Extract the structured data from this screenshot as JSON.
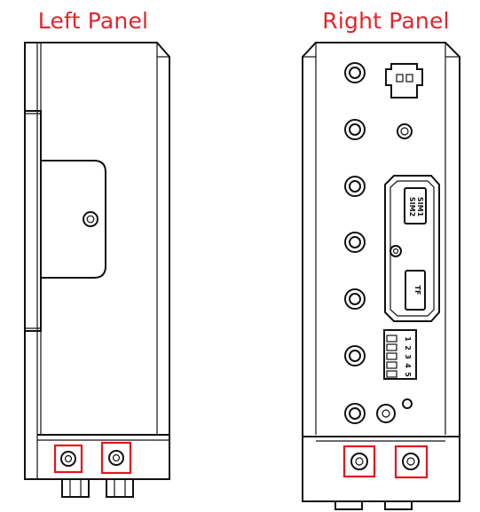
{
  "left_panel": {
    "title": "Left Panel"
  },
  "right_panel": {
    "title": "Right Panel",
    "sim_labels": [
      "SIM2",
      "SIM1"
    ],
    "tf_label": "TF",
    "dip_numbers": [
      "1",
      "2",
      "3",
      "4",
      "5"
    ]
  },
  "colors": {
    "highlight": "#e3161e",
    "caption": "#e0262b",
    "line": "#111111"
  }
}
